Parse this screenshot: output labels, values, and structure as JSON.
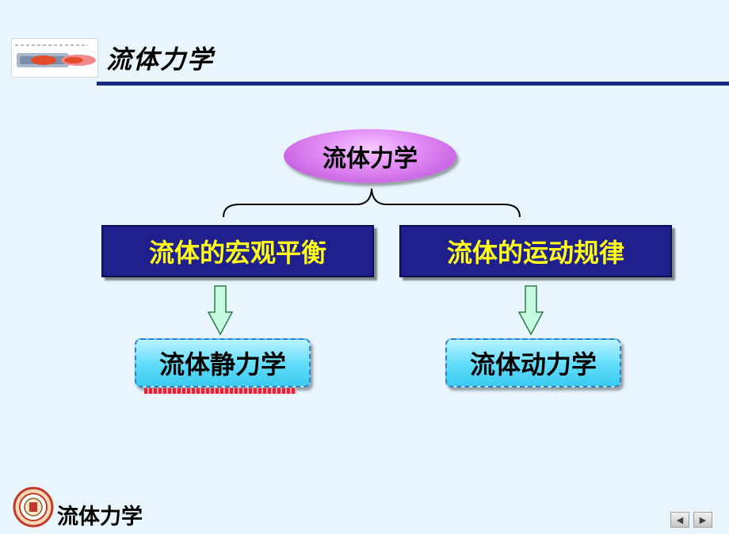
{
  "header": {
    "title": "流体力学"
  },
  "diagram": {
    "root": "流体力学",
    "branches": [
      {
        "label": "流体的宏观平衡",
        "child": "流体静力学"
      },
      {
        "label": "流体的运动规律",
        "child": "流体动力学"
      }
    ]
  },
  "footer": {
    "title": "流体力学"
  },
  "nav": {
    "prev_icon": "◀",
    "next_icon": "▶"
  },
  "colors": {
    "header_line": "#1a2a85",
    "navy_box": "#1f1f8e",
    "navy_text": "#ffff1a",
    "oval": "#e18cf5",
    "cyan_box": "#5fdcfa",
    "arrow": "#aefad6"
  }
}
